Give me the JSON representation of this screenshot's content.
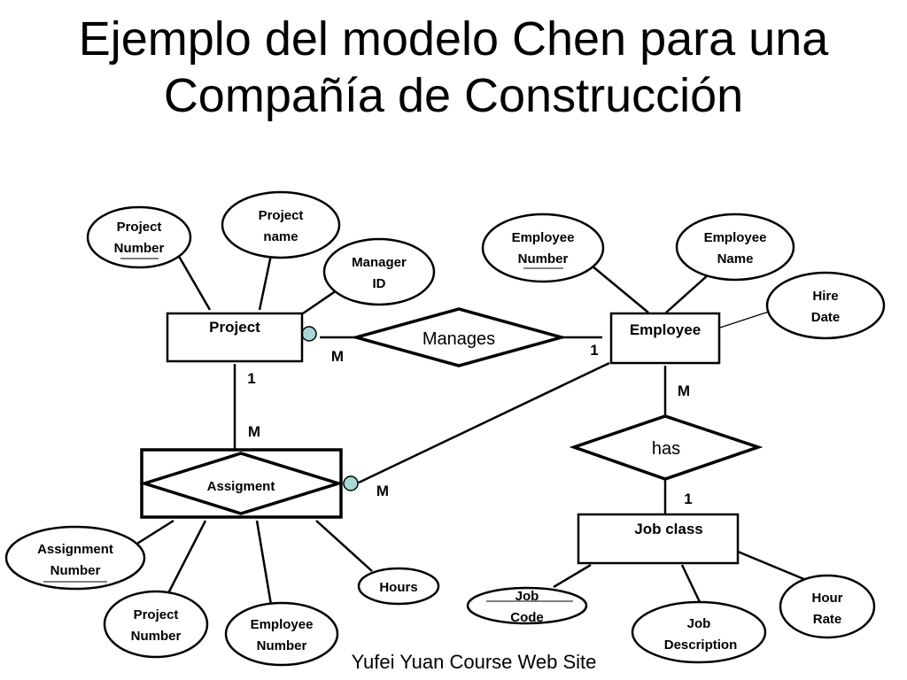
{
  "title": {
    "line1": "Ejemplo del modelo Chen para una",
    "line2": "Compañía de Construcción"
  },
  "entities": {
    "project": "Project",
    "employee": "Employee",
    "job_class": "Job class"
  },
  "relationships": {
    "manages": "Manages",
    "has": "has",
    "assigment": "Assigment"
  },
  "attributes": {
    "project_number": [
      "Project",
      "Number"
    ],
    "project_name": [
      "Project",
      "name"
    ],
    "manager_id": [
      "Manager",
      "ID"
    ],
    "employee_number": [
      "Employee",
      "Number"
    ],
    "employee_name": [
      "Employee",
      "Name"
    ],
    "hire_date": [
      "Hire",
      "Date"
    ],
    "assignment_number": [
      "Assignment",
      "Number"
    ],
    "assign_project_number": [
      "Project",
      "Number"
    ],
    "assign_employee_number": [
      "Employee",
      "Number"
    ],
    "hours": [
      "Hours"
    ],
    "job_code": [
      "Job",
      "Code"
    ],
    "job_description": [
      "Job",
      "Description"
    ],
    "hour_rate": [
      "Hour",
      "Rate"
    ]
  },
  "cardinalities": {
    "project_manages": "M",
    "employee_manages": "1",
    "project_assign": "1",
    "assign_project": "M",
    "assign_employee": "M",
    "employee_has": "M",
    "has_jobclass": "1"
  },
  "footer": "Yufei Yuan Course Web Site"
}
